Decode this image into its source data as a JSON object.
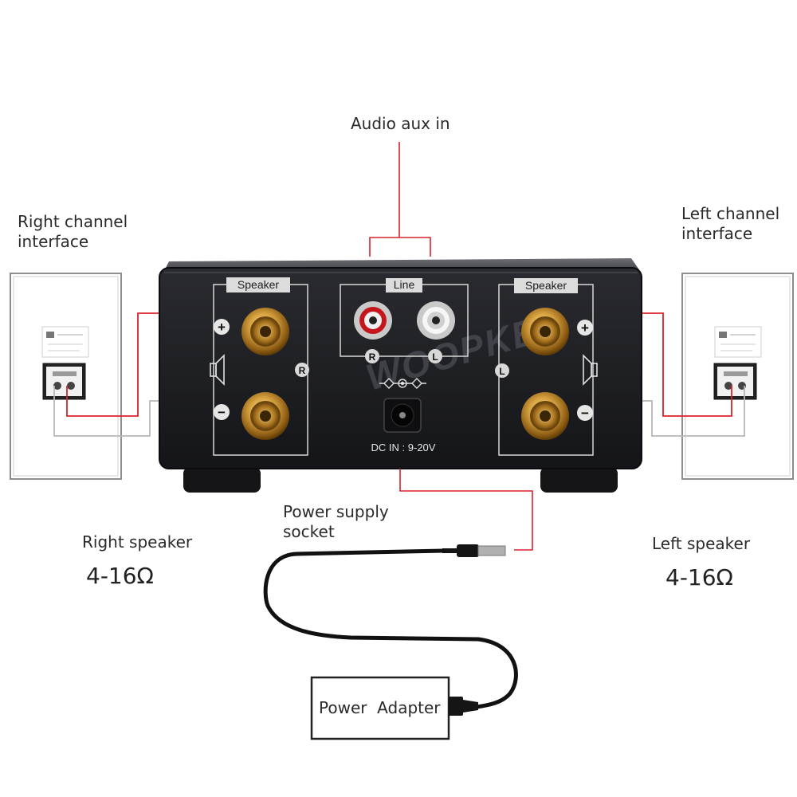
{
  "labels": {
    "audio_aux_in": "Audio aux in",
    "right_channel_line1": "Right channel",
    "right_channel_line2": "interface",
    "left_channel_line1": "Left channel",
    "left_channel_line2": "interface",
    "power_socket_line1": "Power supply",
    "power_socket_line2": "socket",
    "right_speaker": "Right speaker",
    "right_impedance": "4-16Ω",
    "left_speaker": "Left speaker",
    "left_impedance": "4-16Ω",
    "power_adapter": "Power  Adapter"
  },
  "panel": {
    "speaker_left_title": "Speaker",
    "speaker_right_title": "Speaker",
    "line_title": "Line",
    "rca_right": "R",
    "rca_left": "L",
    "channel_r": "R",
    "channel_l": "L",
    "plus": "+",
    "minus": "−",
    "dc_in": "DC IN : 9-20V",
    "brand_watermark": "WOOPKER"
  },
  "colors": {
    "wire_red": "#d9232a",
    "wire_gray": "#b8b8b8",
    "amp_body": "#1c1d21",
    "gold": "#d9a441",
    "rca_red": "#c4161c",
    "cable": "#111111"
  }
}
